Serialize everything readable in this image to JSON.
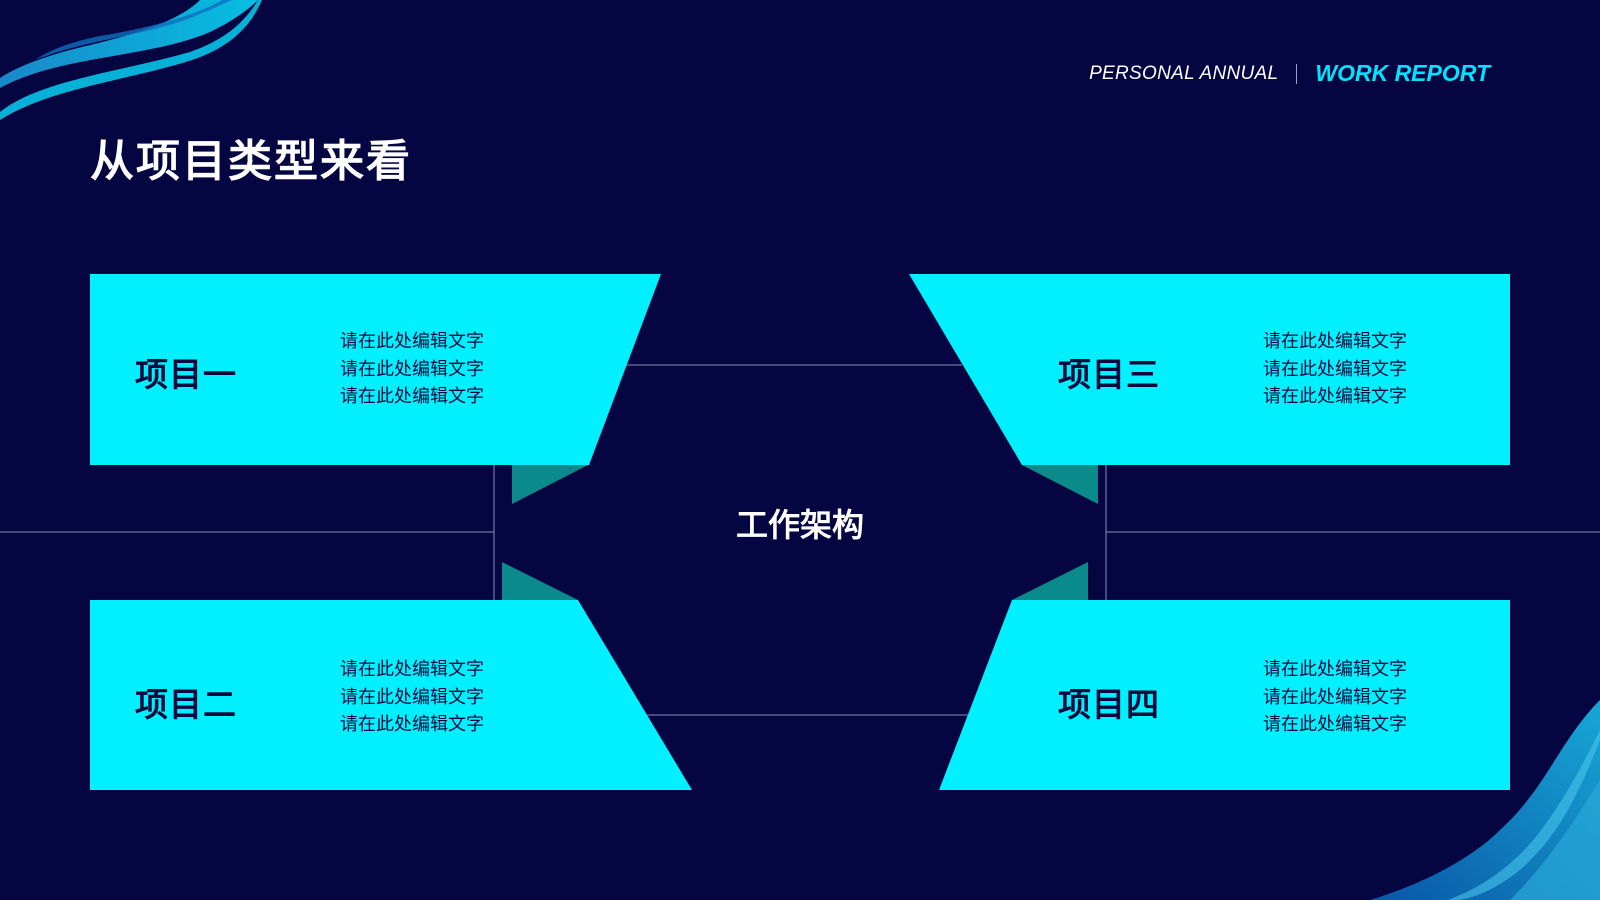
{
  "header": {
    "subtitle_light": "PERSONAL ANNUAL",
    "subtitle_bold": "WORK REPORT"
  },
  "page_title": "从项目类型来看",
  "center_label": "工作架构",
  "colors": {
    "background": "#050542",
    "card": "#00f0ff",
    "card_shadow": "#0a8a8a",
    "accent_text": "#00e5ff",
    "card_text": "#0a0a3c",
    "connector": "#8890b8"
  },
  "projects": [
    {
      "name": "项目一",
      "lines": [
        "请在此处编辑文字",
        "请在此处编辑文字",
        "请在此处编辑文字"
      ]
    },
    {
      "name": "项目二",
      "lines": [
        "请在此处编辑文字",
        "请在此处编辑文字",
        "请在此处编辑文字"
      ]
    },
    {
      "name": "项目三",
      "lines": [
        "请在此处编辑文字",
        "请在此处编辑文字",
        "请在此处编辑文字"
      ]
    },
    {
      "name": "项目四",
      "lines": [
        "请在此处编辑文字",
        "请在此处编辑文字",
        "请在此处编辑文字"
      ]
    }
  ]
}
